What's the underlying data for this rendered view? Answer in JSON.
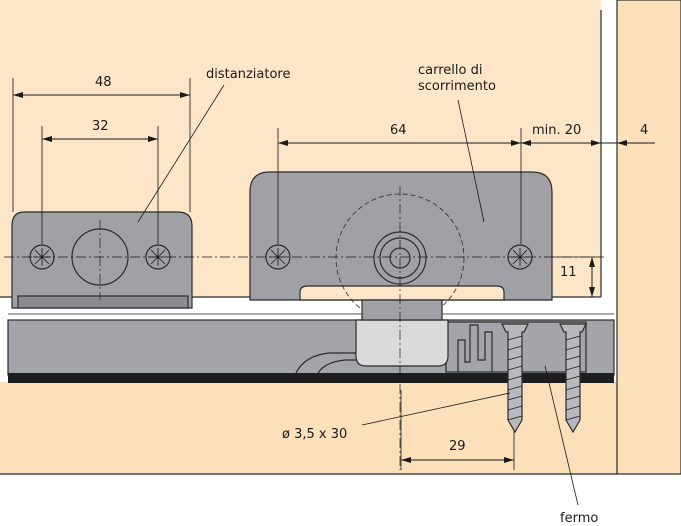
{
  "colors": {
    "panel": "#FDE6C8",
    "wood": "#FCE0BA",
    "metal": "#9FA1A6",
    "metal_dark": "#8A8C91",
    "rail": "#A3A5AA",
    "strip": "#1E1E1E",
    "nylon": "#DADADA",
    "screw": "#B8B9BD",
    "line": "#1A1A1A"
  },
  "labels": {
    "spacer": "distanziatore",
    "carriage_line1": "carrello di",
    "carriage_line2": "scorrimento",
    "screw": "ø 3,5 x 30",
    "stop": "fermo"
  },
  "dimensions": {
    "d48": "48",
    "d32": "32",
    "d64": "64",
    "min20": "min. 20",
    "d4": "4",
    "d11": "11",
    "d29": "29"
  }
}
